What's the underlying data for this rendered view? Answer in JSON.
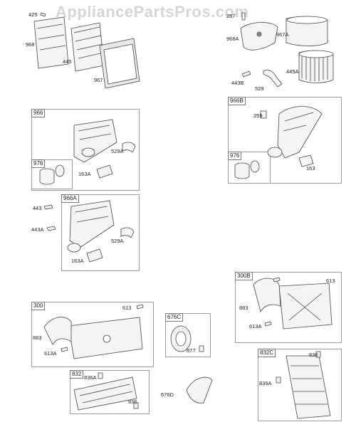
{
  "watermark": "AppliancePartsPros.com",
  "boxes": [
    {
      "id": "966",
      "label": "966"
    },
    {
      "id": "976a",
      "label": "976"
    },
    {
      "id": "966a",
      "label": "966A"
    },
    {
      "id": "966b",
      "label": "966B"
    },
    {
      "id": "976b",
      "label": "976"
    },
    {
      "id": "300",
      "label": "300"
    },
    {
      "id": "832",
      "label": "832"
    },
    {
      "id": "676c",
      "label": "676C"
    },
    {
      "id": "300b",
      "label": "300B"
    },
    {
      "id": "832c",
      "label": "832C"
    }
  ],
  "parts": {
    "p425": "425",
    "p968": "968",
    "p445": "445",
    "p967": "967",
    "p257": "257",
    "p968a": "968A",
    "p967a": "967A",
    "p443b": "443B",
    "p529": "529",
    "p445a": "445A",
    "p529a_1": "529A",
    "p163a_1": "163A",
    "p443": "443",
    "p443a": "443A",
    "p529a_2": "529A",
    "p163a_2": "163A",
    "p259": "259",
    "p163": "163",
    "p613_1": "613",
    "p883_1": "883",
    "p613a_1": "613A",
    "p836a_1": "836A",
    "p836_1": "836",
    "p877": "877",
    "p676d": "676D",
    "p613_2": "613",
    "p883_2": "883",
    "p613a_2": "613A",
    "p836_2": "836",
    "p836a_2": "836A"
  }
}
